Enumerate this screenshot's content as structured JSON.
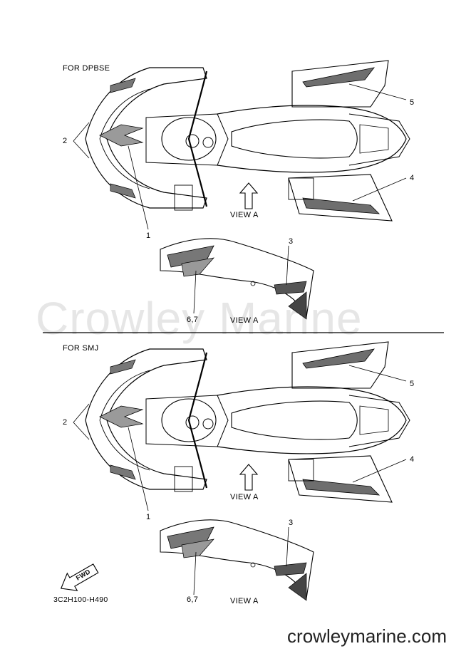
{
  "watermark": "Crowley Marine",
  "sections": [
    {
      "title": "FOR DPBSE",
      "callouts": [
        "1",
        "2",
        "3",
        "4",
        "5",
        "6,7"
      ],
      "view_labels": [
        "VIEW A",
        "VIEW A"
      ]
    },
    {
      "title": "FOR SMJ",
      "callouts": [
        "1",
        "2",
        "3",
        "4",
        "5",
        "6,7"
      ],
      "view_labels": [
        "VIEW A",
        "VIEW A"
      ]
    }
  ],
  "fwd_label": "FWD",
  "diagram_code": "3C2H100-H490",
  "footer_url": "crowleymarine.com"
}
